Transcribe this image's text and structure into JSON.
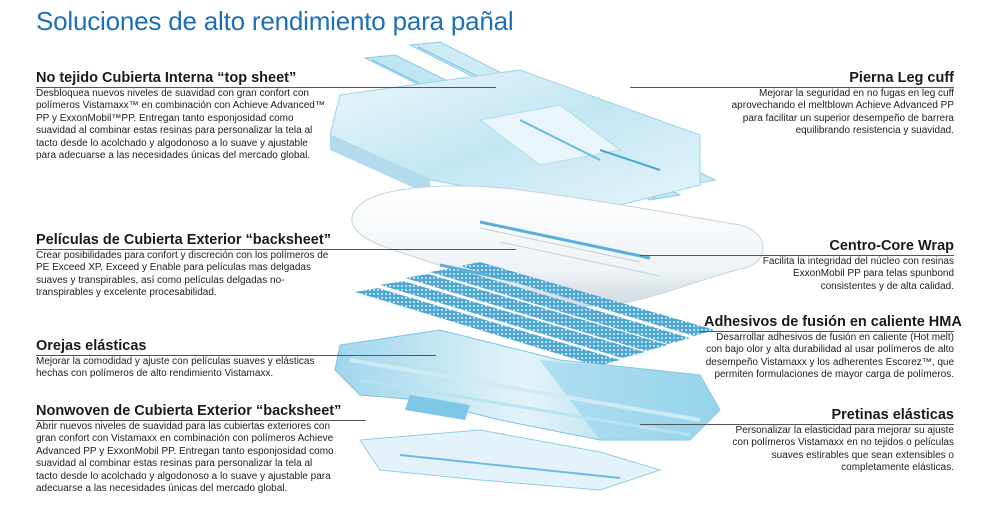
{
  "page_title": "Soluciones de alto rendimiento para pañal",
  "annotations": {
    "top_sheet": {
      "title": "No tejido Cubierta Interna “top sheet”",
      "body": "Desbloquea nuevos niveles de suavidad con gran confort con polímeros Vistamaxx™ en combinación con Achieve Advanced™ PP y ExxonMobil™PP.  Entregan tanto esponjosidad como suavidad al combinar estas resinas para personalizar la tela al tacto desde lo acolchado y algodonoso a lo suave y ajustable para adecuarse a las necesidades únicas del mercado global."
    },
    "backsheet_films": {
      "title": "Películas de Cubierta Exterior “backsheet”",
      "body": "Crear posibilidades para confort y discreción con los polímeros de PE Exceed XP, Exceed y Enable para películas mas delgadas suaves y transpirables, así como películas delgadas no-transpirables y excelente procesabilidad."
    },
    "elastic_ears": {
      "title": "Orejas elásticas",
      "body": "Mejorar la comodidad y ajuste con películas suaves y elásticas hechas con polímeros de alto rendimiento Vistamaxx."
    },
    "backsheet_nonwoven": {
      "title": "Nonwoven de Cubierta Exterior “backsheet”",
      "body": "Abrir nuevos niveles de suavidad para las cubiertas exteriores con gran confort con Vistamaxx en combinación con polímeros Achieve Advanced PP y ExxonMobil PP. Entregan tanto esponjosidad como suavidad al combinar estas resinas para personalizar la tela al tacto desde lo acolchado y algodonoso a lo suave y ajustable para adecuarse a las necesidades únicas del mercado global."
    },
    "leg_cuff": {
      "title": "Pierna Leg cuff",
      "body": "Mejorar la seguridad en no fugas en leg cuff aprovechando el meltblown Achieve Advanced PP para facilitar un superior desempeño de barrera equilibrando resistencia y suavidad."
    },
    "core_wrap": {
      "title": "Centro-Core Wrap",
      "body": "Facilita la integridad del núcleo con resinas ExxonMobil PP para telas spunbond consistentes y de alta calidad."
    },
    "hma": {
      "title": "Adhesivos de fusión en caliente HMA",
      "body": "Desarrollar adhesivos de fusión en caliente (Hot melt) con bajo olor y alta durabilidad al usar polímeros de alto desempeño Vistamaxx y los adherentes Escorez™, que permiten formulaciones de mayor carga de polímeros."
    },
    "waistbands": {
      "title": "Pretinas elásticas",
      "body": "Personalizar  la elasticidad para mejorar su ajuste con polímeros Vistamaxx  en no tejidos o películas suaves estirables que sean extensibles o completamente elásticas."
    }
  },
  "colors": {
    "title_blue": "#1d6fb8",
    "layer_light": "#d6eef6",
    "layer_mid": "#a9dbee",
    "layer_accent": "#5db7de",
    "leader_line": "#555555"
  }
}
